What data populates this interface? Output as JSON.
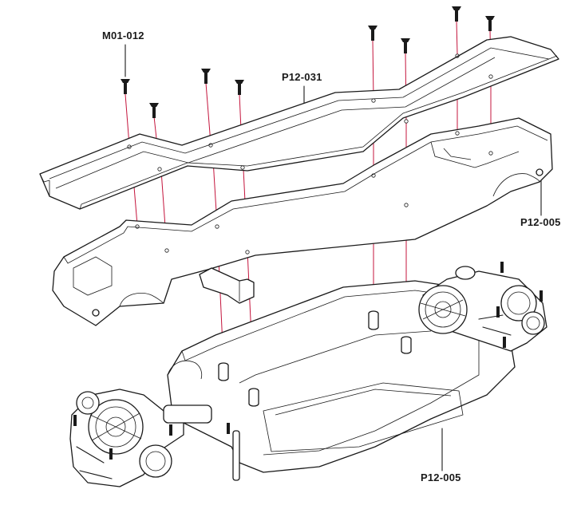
{
  "diagram": {
    "labels": {
      "screw": "M01-012",
      "top_plate": "P12-031",
      "chassis_upper": "P12-005",
      "chassis_lower": "P12-005"
    },
    "accent_color": "#c4143c",
    "line_color": "#1a1a1a"
  }
}
